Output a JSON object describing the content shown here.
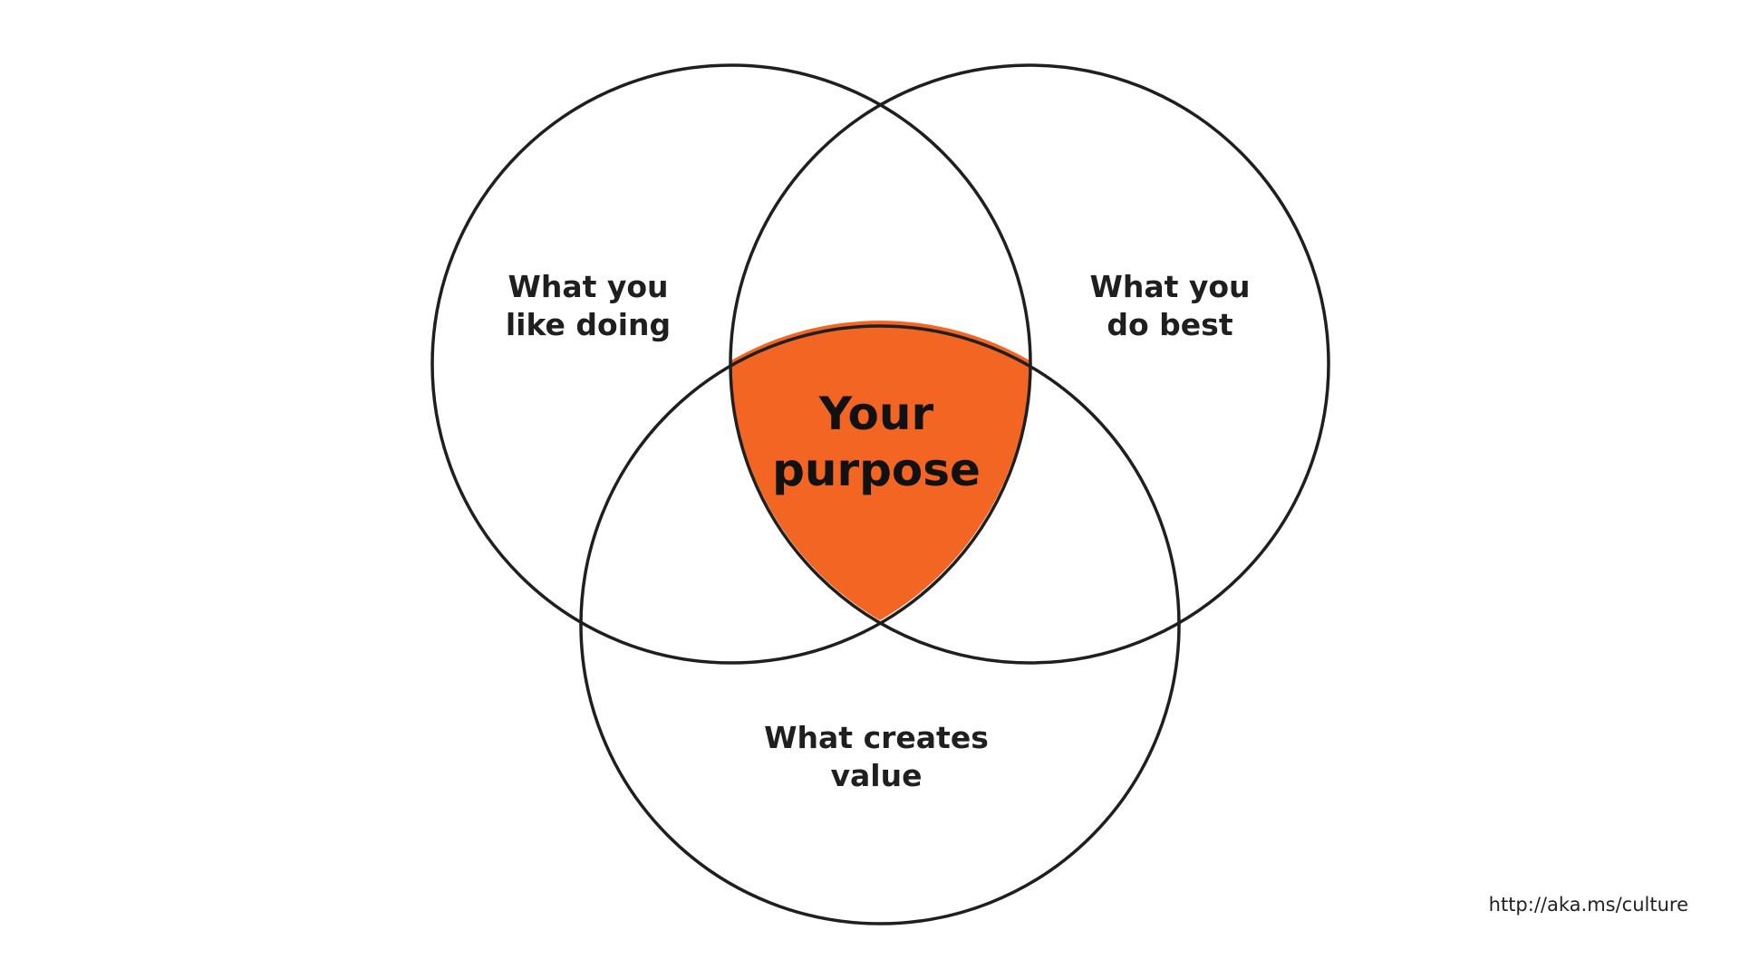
{
  "diagram": {
    "sets": [
      {
        "id": "like",
        "lines": [
          "What you",
          "like doing"
        ]
      },
      {
        "id": "best",
        "lines": [
          "What you",
          "do best"
        ]
      },
      {
        "id": "value",
        "lines": [
          "What creates",
          "value"
        ]
      }
    ],
    "intersection": {
      "lines": [
        "Your",
        "purpose"
      ],
      "color": "#F26522"
    },
    "outline_color": "#1f1f1f"
  },
  "footer": {
    "link_text": "http://aka.ms/culture"
  }
}
